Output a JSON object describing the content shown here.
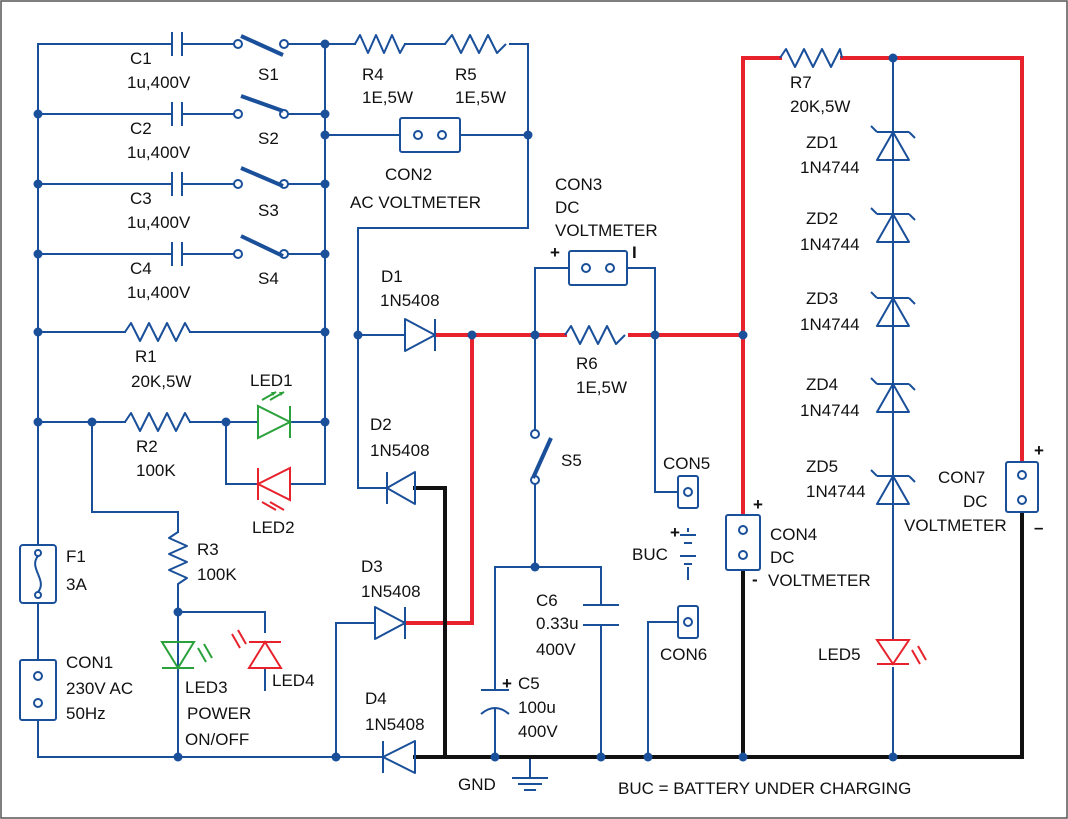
{
  "components": {
    "C1": {
      "ref": "C1",
      "value": "1u,400V"
    },
    "C2": {
      "ref": "C2",
      "value": "1u,400V"
    },
    "C3": {
      "ref": "C3",
      "value": "1u,400V"
    },
    "C4": {
      "ref": "C4",
      "value": "1u,400V"
    },
    "S1": {
      "ref": "S1"
    },
    "S2": {
      "ref": "S2"
    },
    "S3": {
      "ref": "S3"
    },
    "S4": {
      "ref": "S4"
    },
    "S5": {
      "ref": "S5"
    },
    "R1": {
      "ref": "R1",
      "value": "20K,5W"
    },
    "R2": {
      "ref": "R2",
      "value": "100K"
    },
    "R3": {
      "ref": "R3",
      "value": "100K"
    },
    "R4": {
      "ref": "R4",
      "value": "1E,5W"
    },
    "R5": {
      "ref": "R5",
      "value": "1E,5W"
    },
    "R6": {
      "ref": "R6",
      "value": "1E,5W"
    },
    "R7": {
      "ref": "R7",
      "value": "20K,5W"
    },
    "LED1": {
      "ref": "LED1"
    },
    "LED2": {
      "ref": "LED2"
    },
    "LED3": {
      "ref": "LED3"
    },
    "LED4": {
      "ref": "LED4"
    },
    "LED5": {
      "ref": "LED5"
    },
    "power_label": {
      "line1": "POWER",
      "line2": "ON/OFF"
    },
    "D1": {
      "ref": "D1",
      "value": "1N5408"
    },
    "D2": {
      "ref": "D2",
      "value": "1N5408"
    },
    "D3": {
      "ref": "D3",
      "value": "1N5408"
    },
    "D4": {
      "ref": "D4",
      "value": "1N5408"
    },
    "ZD1": {
      "ref": "ZD1",
      "value": "1N4744"
    },
    "ZD2": {
      "ref": "ZD2",
      "value": "1N4744"
    },
    "ZD3": {
      "ref": "ZD3",
      "value": "1N4744"
    },
    "ZD4": {
      "ref": "ZD4",
      "value": "1N4744"
    },
    "ZD5": {
      "ref": "ZD5",
      "value": "1N4744"
    },
    "F1": {
      "ref": "F1",
      "value": "3A"
    },
    "C5": {
      "ref": "C5",
      "value1": "100u",
      "value2": "400V"
    },
    "C6": {
      "ref": "C6",
      "value1": "0.33u",
      "value2": "400V"
    },
    "CON1": {
      "ref": "CON1",
      "line1": "230V AC",
      "line2": "50Hz"
    },
    "CON2": {
      "ref": "CON2",
      "desc": "AC VOLTMETER"
    },
    "CON3": {
      "ref": "CON3",
      "line1": "DC",
      "line2": "VOLTMETER"
    },
    "CON4": {
      "ref": "CON4",
      "line1": "DC",
      "line2": "VOLTMETER"
    },
    "CON5": {
      "ref": "CON5"
    },
    "CON6": {
      "ref": "CON6"
    },
    "CON7": {
      "ref": "CON7",
      "line1": "DC",
      "line2": "VOLTMETER"
    },
    "BUC": {
      "ref": "BUC"
    },
    "GND": {
      "ref": "GND"
    }
  },
  "polarity": {
    "plus": "+",
    "minus": "-",
    "minus_alt": "–",
    "bar": "I"
  },
  "legend": {
    "buc": "BUC = BATTERY UNDER CHARGING"
  },
  "colors": {
    "wire": "#1a4f9a",
    "dc_positive": "#e8222c",
    "ground": "#111111",
    "led_green": "#2aa13a",
    "led_red": "#e8222c"
  }
}
